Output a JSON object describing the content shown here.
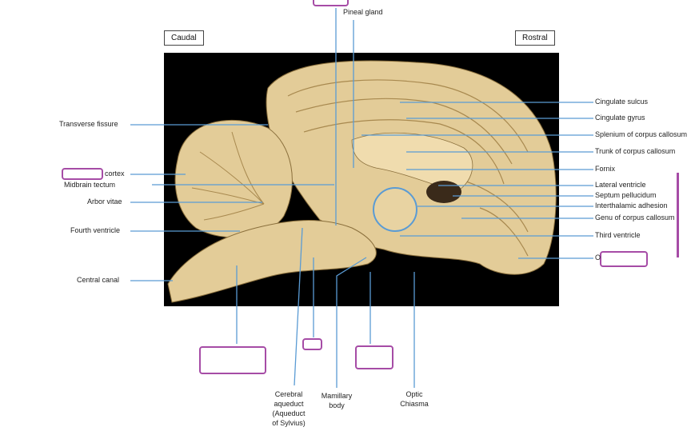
{
  "orientation": {
    "caudal": "Caudal",
    "rostral": "Rostral"
  },
  "labels_left": {
    "transverse_fissure": "Transverse fissure",
    "cortex": "cortex",
    "midbrain_tectum": "Midbrain tectum",
    "arbor_vitae": "Arbor vitae",
    "fourth_ventricle": "Fourth ventricle",
    "central_canal": "Central canal"
  },
  "labels_right": {
    "cingulate_sulcus": "Cingulate sulcus",
    "cingulate_gyrus": "Cingulate gyrus",
    "splenium": "Splenium of corpus callosum",
    "trunk": "Trunk of corpus callosum",
    "fornix": "Fornix",
    "lateral_ventricle": "Lateral ventricle",
    "septum": "Septum pellucidum",
    "interthalamic": "Interthalamic adhesion",
    "genu": "Genu of corpus callosum",
    "third_ventricle": "Third ventricle",
    "o_label": "O"
  },
  "labels_top": {
    "pineal": "Pineal gland"
  },
  "labels_bottom": {
    "cerebral_aqueduct": [
      "Cerebral",
      "aqueduct",
      "(Aqueduct",
      "of Sylvius)"
    ],
    "mamillary": [
      "Mamillary",
      "body"
    ],
    "optic": [
      "Optic",
      "Chiasma"
    ]
  },
  "colors": {
    "leader": "#5a9bd4",
    "blank_border": "#a64ca6",
    "photo_bg": "#000000",
    "tissue": "#e3cc98"
  }
}
